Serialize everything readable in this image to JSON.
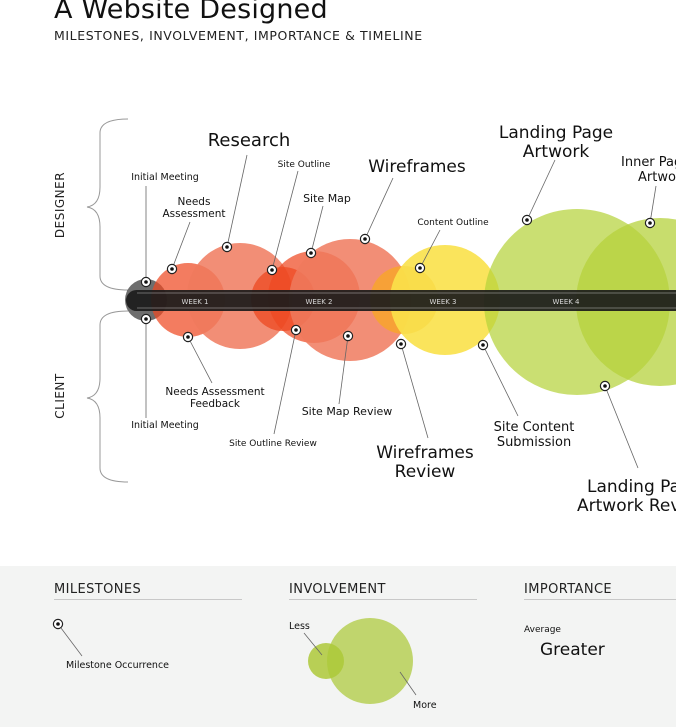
{
  "header": {
    "title": "A Website Designed",
    "subtitle": "MILESTONES, INVOLVEMENT, IMPORTANCE & TIMELINE"
  },
  "timeline": {
    "rows": {
      "top": "DESIGNER",
      "bottom": "CLIENT"
    },
    "weeks": [
      "WEEK 1",
      "WEEK 2",
      "WEEK 3",
      "WEEK 4"
    ]
  },
  "designer_milestones": {
    "initial_meeting": "Initial Meeting",
    "needs_assessment_1": "Needs",
    "needs_assessment_2": "Assessment",
    "research": "Research",
    "site_outline": "Site Outline",
    "site_map": "Site Map",
    "wireframes": "Wireframes",
    "content_outline": "Content Outline",
    "landing_page_artwork_1": "Landing Page",
    "landing_page_artwork_2": "Artwork",
    "inner_page_artwork_1": "Inner Pag",
    "inner_page_artwork_2": "Artwo"
  },
  "client_milestones": {
    "needs_assessment_feedback_1": "Needs Assessment",
    "needs_assessment_feedback_2": "Feedback",
    "initial_meeting": "Initial Meeting",
    "site_map_review": "Site Map Review",
    "site_outline_review": "Site Outline Review",
    "wireframes_review_1": "Wireframes",
    "wireframes_review_2": "Review",
    "site_content_submission_1": "Site Content",
    "site_content_submission_2": "Submission",
    "landing_page_artwork_review_1": "Landing Pa",
    "landing_page_artwork_review_2": "Artwork Rev"
  },
  "legend": {
    "milestones": {
      "heading": "MILESTONES",
      "marker_label": "Milestone Occurrence"
    },
    "involvement": {
      "heading": "INVOLVEMENT",
      "less": "Less",
      "more": "More"
    },
    "importance": {
      "heading": "IMPORTANCE",
      "average": "Average",
      "greater": "Greater"
    }
  },
  "colors": {
    "initial": "#555555",
    "orange_red": "#ee4a22",
    "salmon": "#f07a5e",
    "amber": "#f9a823",
    "yellow": "#f9e14a",
    "lime": "#b6d23c",
    "bar": "#1b1b1b"
  }
}
